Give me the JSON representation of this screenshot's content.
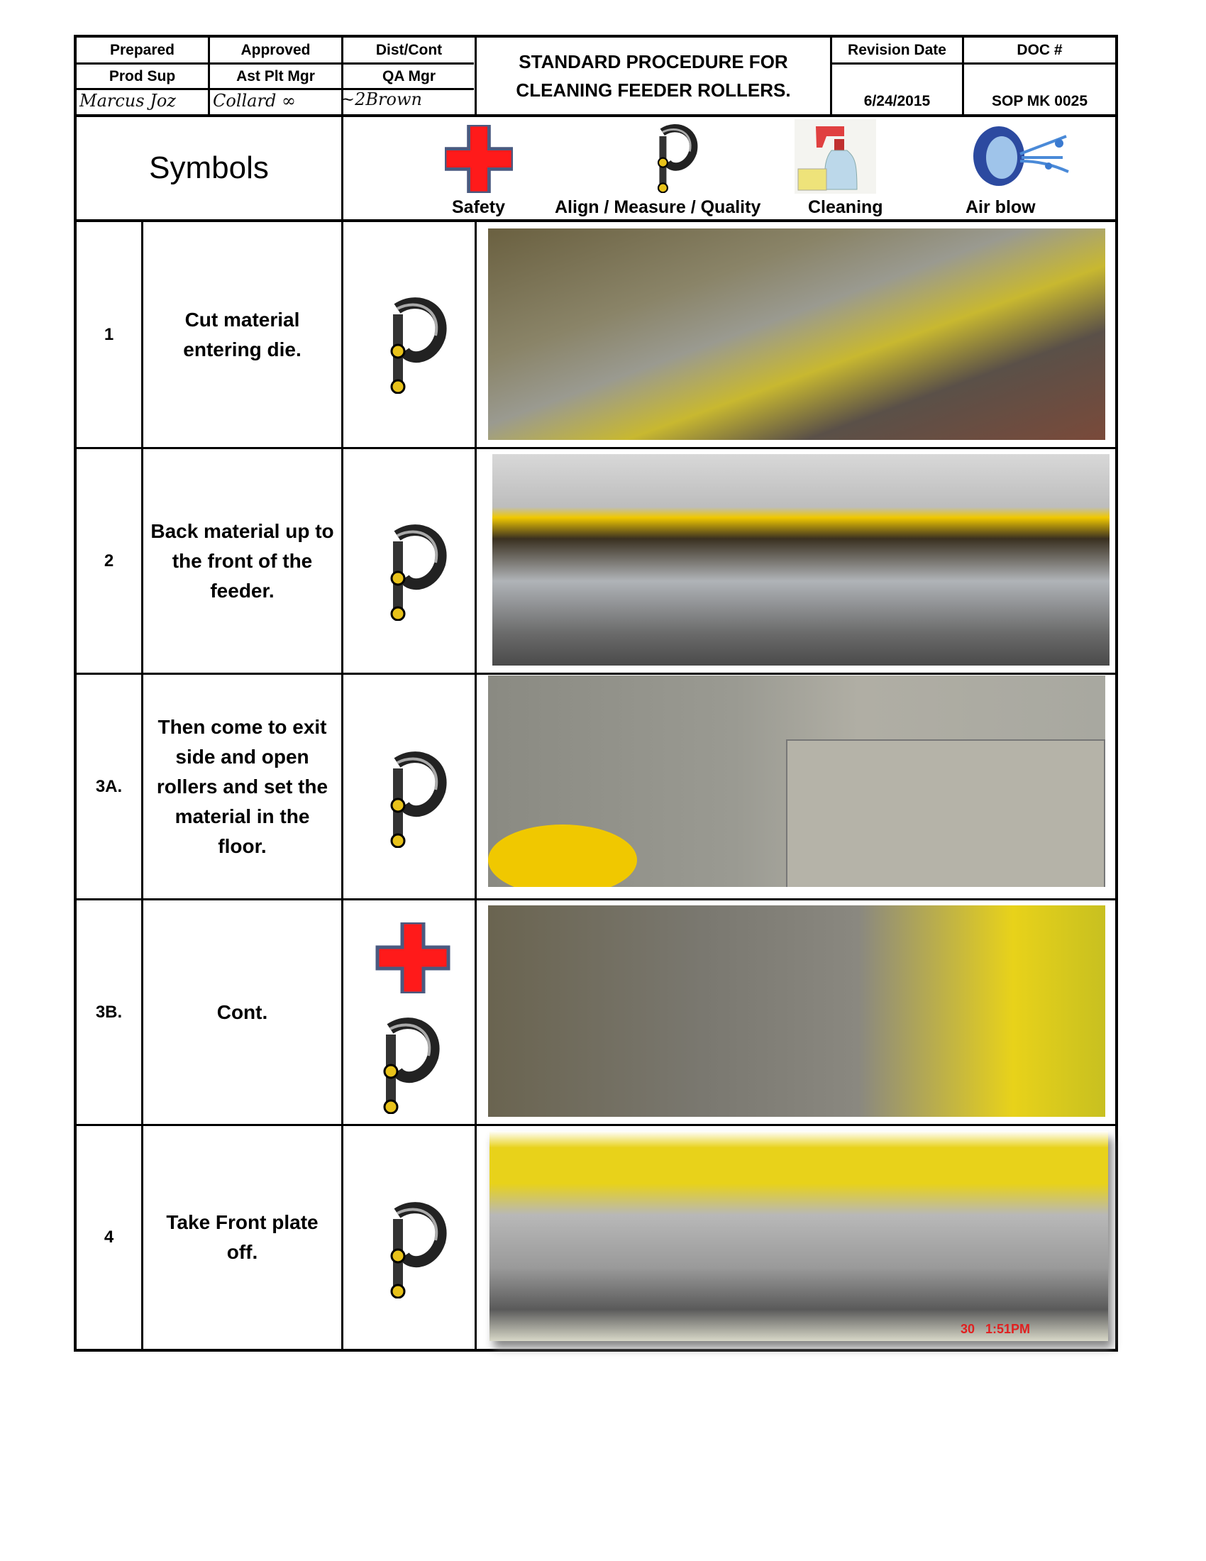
{
  "header": {
    "labels": [
      "Prepared",
      "Approved",
      "Dist/Cont"
    ],
    "roles": [
      "Prod Sup",
      "Ast Plt Mgr",
      "QA Mgr"
    ],
    "title_line1": "STANDARD PROCEDURE FOR",
    "title_line2": "CLEANING FEEDER ROLLERS.",
    "revision_date_label": "Revision Date",
    "doc_label": "DOC #",
    "revision_date": "6/24/2015",
    "doc_number": "SOP MK 0025"
  },
  "symbols": {
    "heading": "Symbols",
    "items": [
      {
        "label": "Safety",
        "icon": "red-cross-icon"
      },
      {
        "label": "Align / Measure / Quality",
        "icon": "micrometer-icon"
      },
      {
        "label": "Cleaning",
        "icon": "spray-bottle-icon"
      },
      {
        "label": "Air blow",
        "icon": "air-blow-icon"
      }
    ]
  },
  "steps": [
    {
      "number": "1",
      "text": "Cut material entering die.",
      "icons": [
        "micrometer-icon"
      ]
    },
    {
      "number": "2",
      "text": "Back material up to the front of the feeder.",
      "icons": [
        "micrometer-icon"
      ]
    },
    {
      "number": "3A.",
      "text": "Then come to exit side and open rollers and set the material in the floor.",
      "icons": [
        "micrometer-icon"
      ]
    },
    {
      "number": "3B.",
      "text": "Cont.",
      "icons": [
        "red-cross-icon",
        "micrometer-icon"
      ]
    },
    {
      "number": "4",
      "text": "Take Front plate off.",
      "icons": [
        "micrometer-icon"
      ]
    }
  ],
  "photo_stamp": "30   1:51PM",
  "colors": {
    "safety_red": "#ff1a1a",
    "machine_yellow": "#e8d21a"
  }
}
